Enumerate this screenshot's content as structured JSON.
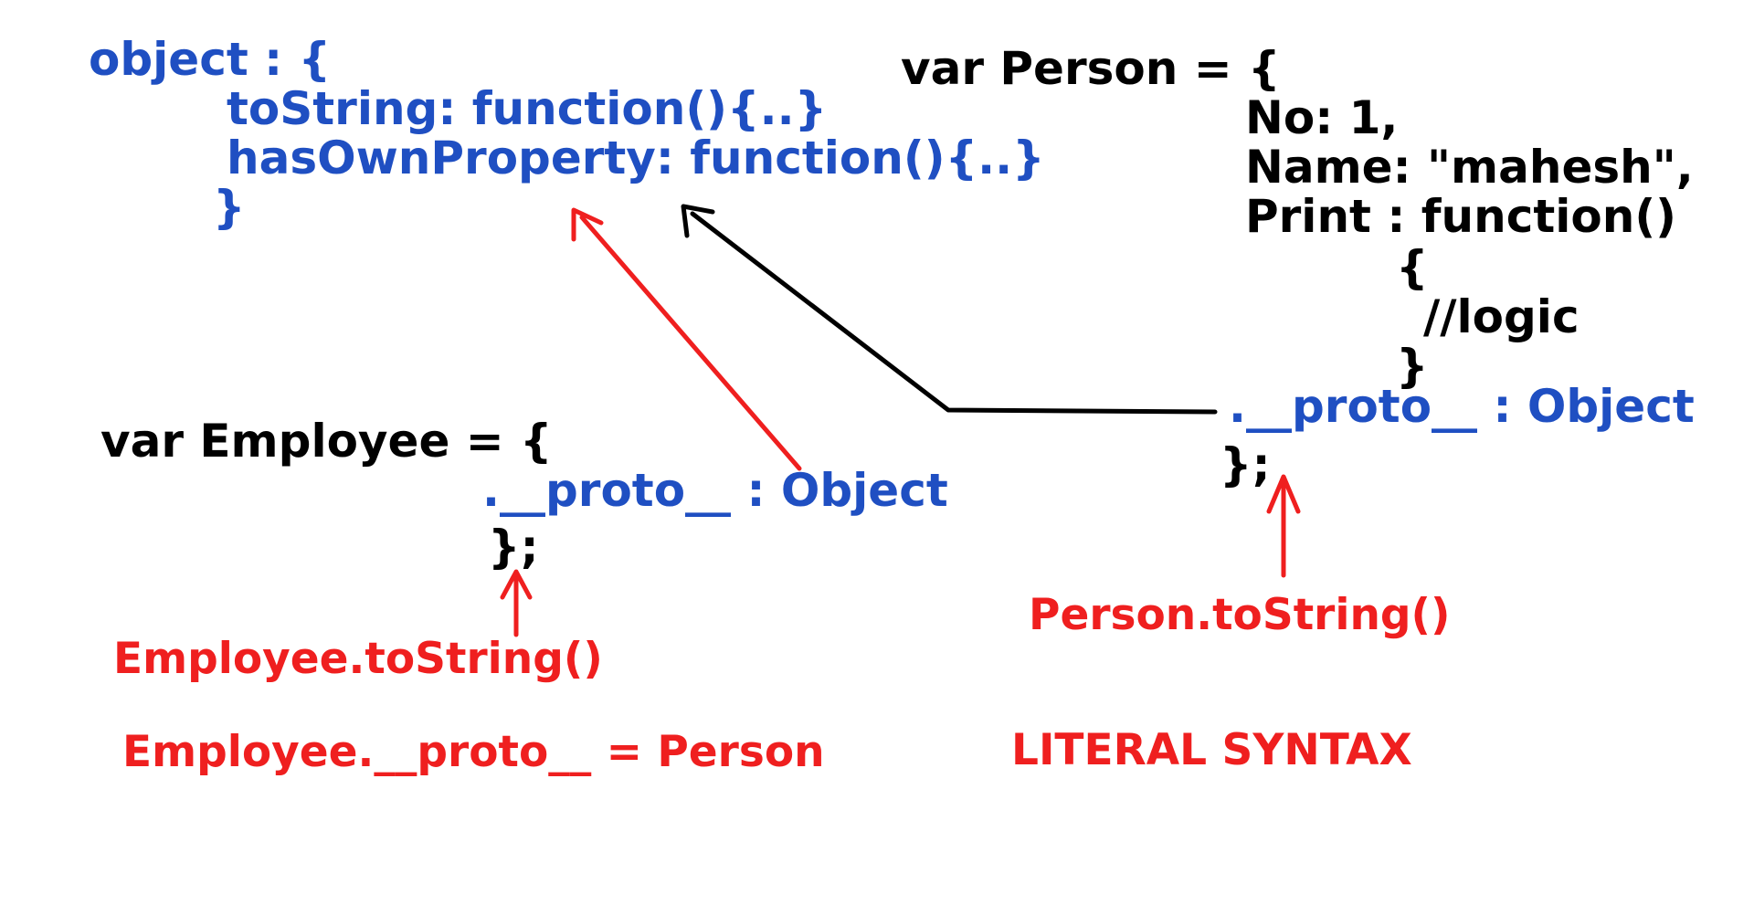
{
  "object_block": {
    "line1": "object : {",
    "line2": "toString: function(){..}",
    "line3": "hasOwnProperty: function(){..}",
    "line4": "}"
  },
  "person_block": {
    "line1": "var Person = {",
    "line2": "No: 1,",
    "line3": "Name: \"mahesh\",",
    "line4": "Print : function()",
    "line5": "{",
    "line6": "//logic",
    "line7": "}",
    "proto": ".__proto__ : Object",
    "close": "};"
  },
  "employee_block": {
    "line1": "var Employee = {",
    "proto": ".__proto__ : Object",
    "close": "};"
  },
  "labels": {
    "employee_tostring": "Employee.toString()",
    "person_tostring": "Person.toString()",
    "employee_proto_assign": "Employee.__proto__ = Person",
    "literal_syntax": "LITERAL SYNTAX"
  },
  "colors": {
    "blue": "#1f4fc2",
    "black": "#000000",
    "red": "#ef1f1f"
  }
}
